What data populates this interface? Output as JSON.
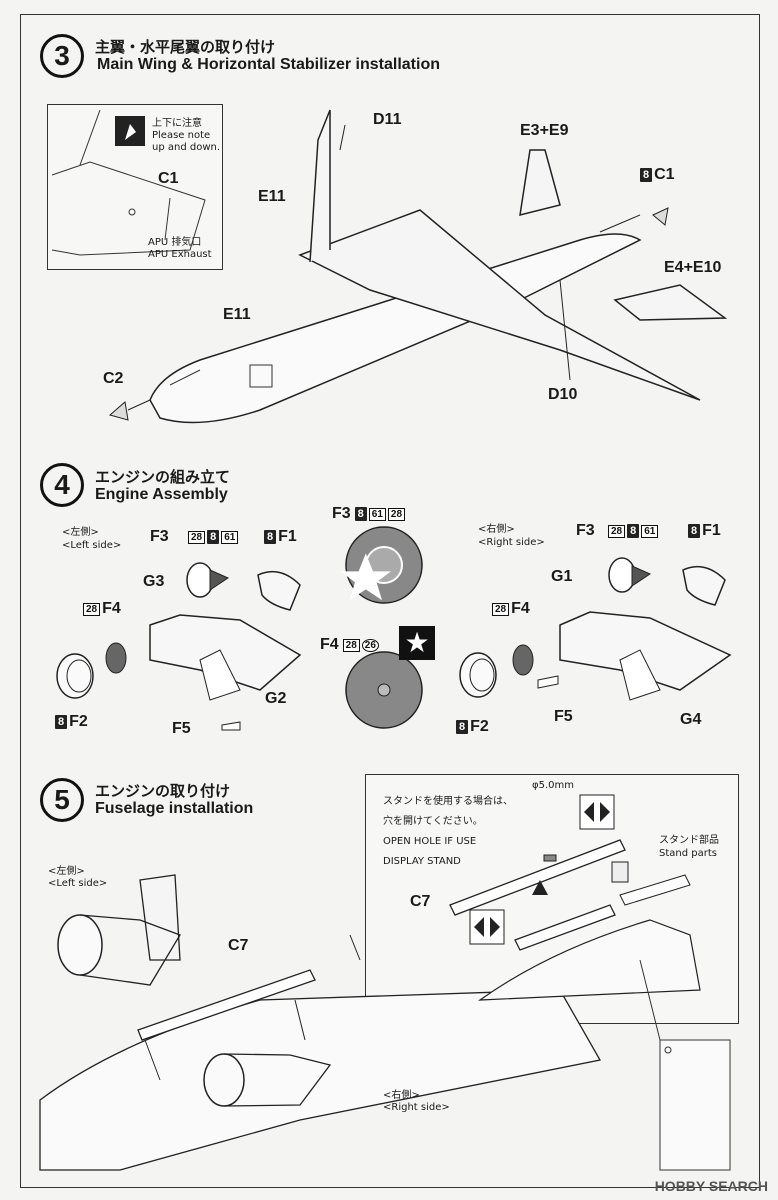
{
  "step3": {
    "number": "3",
    "title_jp": "主翼・水平尾翼の取り付け",
    "title_en": "Main Wing & Horizontal Stabilizer installation",
    "note_jp": "上下に注意",
    "note_en_1": "Please note",
    "note_en_2": "up and down.",
    "inset_part": "C1",
    "apu_jp": "APU 排気口",
    "apu_en": "APU Exhaust",
    "parts": {
      "d11": "D11",
      "e3e9": "E3+E9",
      "c1_num": "8",
      "c1": "C1",
      "e11a": "E11",
      "e11b": "E11",
      "e4e10": "E4+E10",
      "c2": "C2",
      "d10": "D10"
    }
  },
  "step4": {
    "number": "4",
    "title_jp": "エンジンの組み立て",
    "title_en": "Engine Assembly",
    "left_jp": "<左側>",
    "left_en": "<Left side>",
    "right_jp": "<右側>",
    "right_en": "<Right side>",
    "left": {
      "f3": "F3",
      "f3_paints": [
        "28",
        "8",
        "61"
      ],
      "f1_paint": "8",
      "f1": "F1",
      "g3": "G3",
      "f4_paint": "28",
      "f4": "F4",
      "f2_paint": "8",
      "f2": "F2",
      "g2": "G2",
      "f5": "F5"
    },
    "center": {
      "f3": "F3",
      "f3_paints": [
        "8",
        "61",
        "28"
      ],
      "f4": "F4",
      "f4_paints": [
        "28",
        "26"
      ]
    },
    "right": {
      "f3": "F3",
      "f3_paints": [
        "28",
        "8",
        "61"
      ],
      "f1_paint": "8",
      "f1": "F1",
      "g1": "G1",
      "f4_paint": "28",
      "f4": "F4",
      "f2_paint": "8",
      "f2": "F2",
      "f5": "F5",
      "g4": "G4"
    }
  },
  "step5": {
    "number": "5",
    "title_jp": "エンジンの取り付け",
    "title_en": "Fuselage installation",
    "left_jp": "<左側>",
    "left_en": "<Left side>",
    "right_jp": "<右側>",
    "right_en": "<Right side>",
    "c7": "C7",
    "inset": {
      "stand_jp_1": "スタンドを使用する場合は、",
      "stand_jp_2": "穴を開けてください。",
      "stand_en_1": "OPEN HOLE IF USE",
      "stand_en_2": "DISPLAY STAND",
      "drill": "φ5.0mm",
      "c7": "C7",
      "stand_parts_jp": "スタンド部品",
      "stand_parts_en": "Stand parts"
    }
  },
  "watermark": "HOBBY SEARCH"
}
